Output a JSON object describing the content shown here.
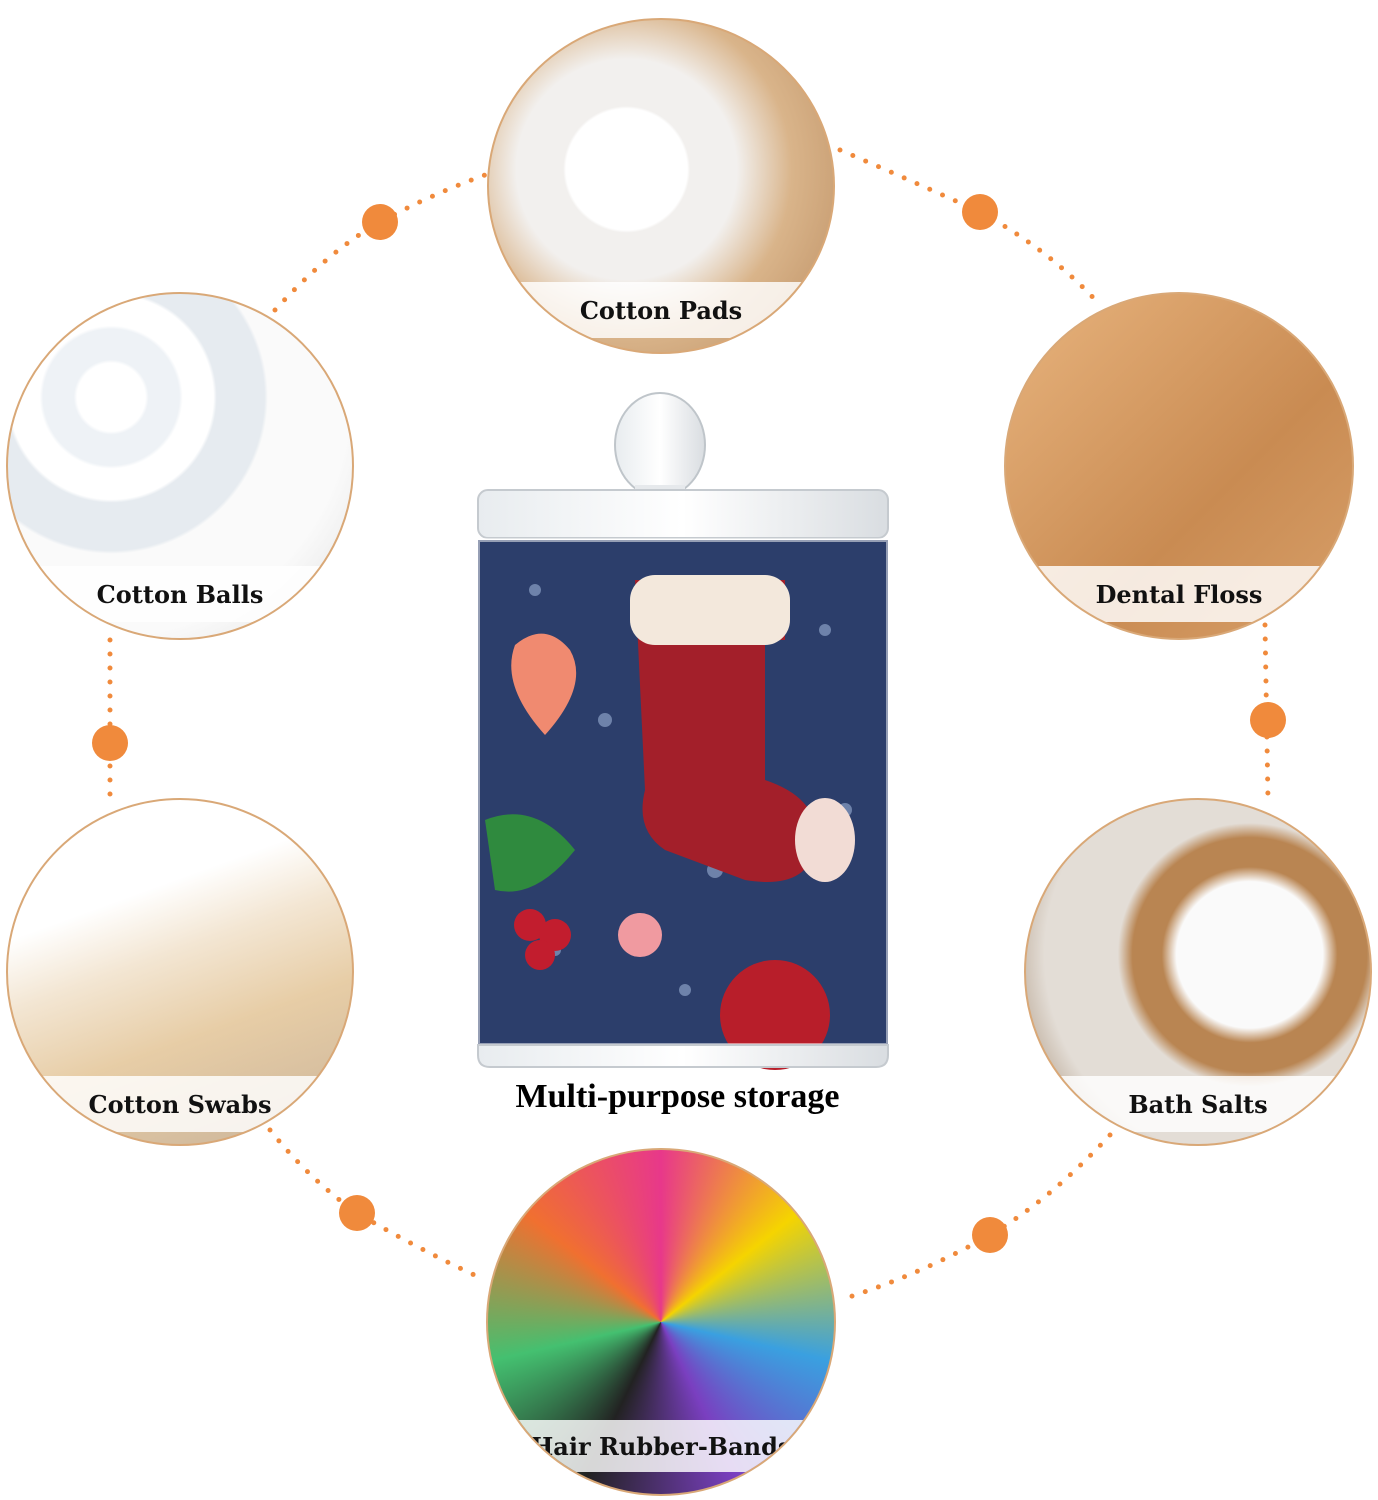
{
  "caption": "Multi-purpose storage",
  "colors": {
    "accent": "#f08a3c",
    "circle_border": "#d9a877",
    "jar_pattern": "#2c3e6b"
  },
  "items": [
    {
      "label": "Cotton Pads"
    },
    {
      "label": "Cotton Balls"
    },
    {
      "label": "Dental Floss"
    },
    {
      "label": "Cotton Swabs"
    },
    {
      "label": "Bath Salts"
    },
    {
      "label": "Hair Rubber-Bands"
    }
  ]
}
